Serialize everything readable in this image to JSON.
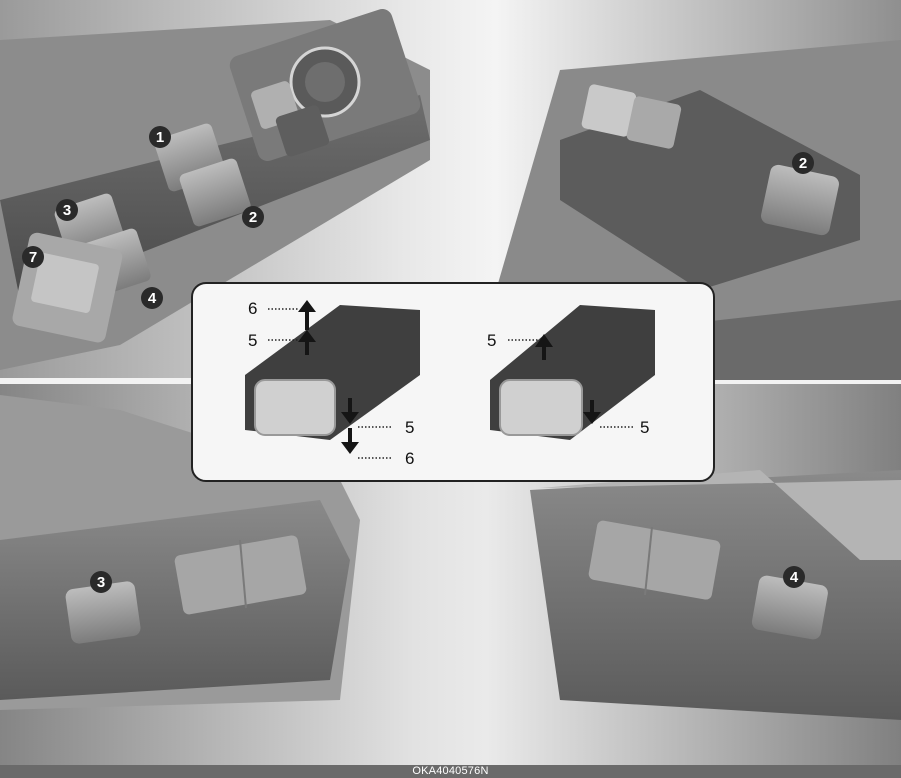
{
  "image_code": "OKA4040576N",
  "callouts": {
    "c1": "1",
    "c2a": "2",
    "c2b": "2",
    "c3a": "3",
    "c3b": "3",
    "c4a": "4",
    "c4b": "4",
    "c7": "7",
    "inset_left_6_top": "6",
    "inset_left_5_top": "5",
    "inset_left_5_bottom": "5",
    "inset_left_6_bottom": "6",
    "inset_right_5_top": "5",
    "inset_right_5_bottom": "5"
  },
  "colors": {
    "callout_fill": "#2a2a2a",
    "panel_dark": "#3d3d3d",
    "arrow": "#151515"
  }
}
